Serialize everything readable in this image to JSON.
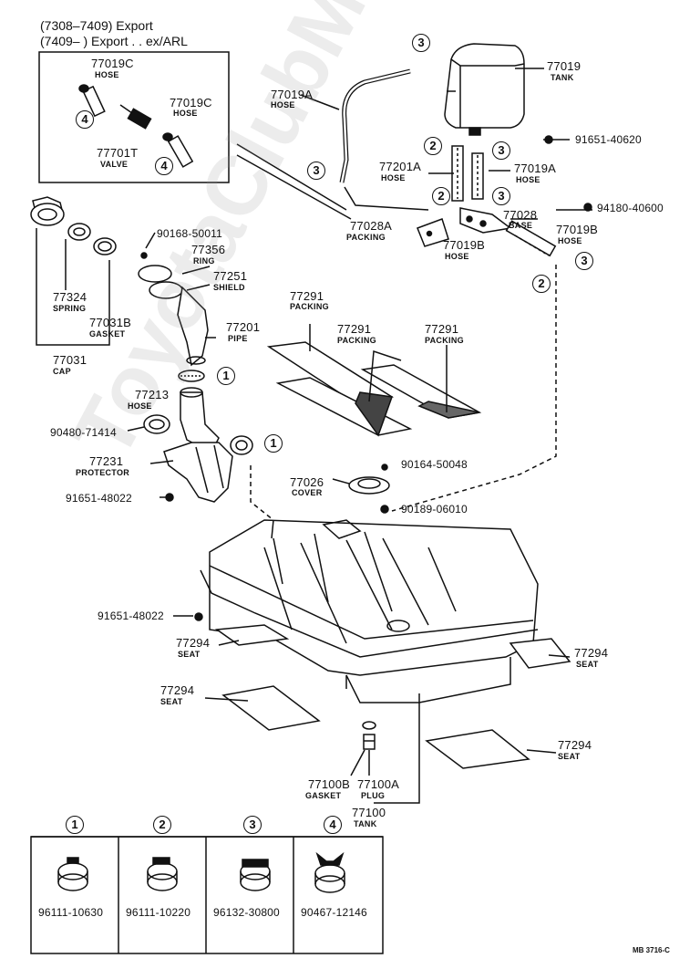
{
  "header": {
    "line1": "(7308–7409) Export",
    "line2": "(7409–        ) Export . . ex/ARL"
  },
  "parts": [
    {
      "id": "p77019c_a",
      "number": "77019C",
      "name": "HOSE"
    },
    {
      "id": "p77701t",
      "number": "77701T",
      "name": "VALVE"
    },
    {
      "id": "p77019c_b",
      "number": "77019C",
      "name": "HOSE"
    },
    {
      "id": "p77019a_l",
      "number": "77019A",
      "name": "HOSE"
    },
    {
      "id": "p77019",
      "number": "77019",
      "name": "TANK"
    },
    {
      "id": "p91651_40620",
      "number": "91651-40620",
      "name": ""
    },
    {
      "id": "p77201a",
      "number": "77201A",
      "name": "HOSE"
    },
    {
      "id": "p77019a_r",
      "number": "77019A",
      "name": "HOSE"
    },
    {
      "id": "p94180",
      "number": "94180-40600",
      "name": ""
    },
    {
      "id": "p77028a",
      "number": "77028A",
      "name": "PACKING"
    },
    {
      "id": "p77028",
      "number": "77028",
      "name": "BASE"
    },
    {
      "id": "p77019b_l",
      "number": "77019B",
      "name": "HOSE"
    },
    {
      "id": "p77019b_r",
      "number": "77019B",
      "name": "HOSE"
    },
    {
      "id": "p90168",
      "number": "90168-50011",
      "name": ""
    },
    {
      "id": "p77356",
      "number": "77356",
      "name": "RING"
    },
    {
      "id": "p77251",
      "number": "77251",
      "name": "SHIELD"
    },
    {
      "id": "p77201",
      "number": "77201",
      "name": "PIPE"
    },
    {
      "id": "p77324",
      "number": "77324",
      "name": "SPRING"
    },
    {
      "id": "p77031b",
      "number": "77031B",
      "name": "GASKET"
    },
    {
      "id": "p77031",
      "number": "77031",
      "name": "CAP"
    },
    {
      "id": "p77291_a",
      "number": "77291",
      "name": "PACKING"
    },
    {
      "id": "p77291_b",
      "number": "77291",
      "name": "PACKING"
    },
    {
      "id": "p77291_c",
      "number": "77291",
      "name": "PACKING"
    },
    {
      "id": "p77213",
      "number": "77213",
      "name": "HOSE"
    },
    {
      "id": "p90480",
      "number": "90480-71414",
      "name": ""
    },
    {
      "id": "p77231",
      "number": "77231",
      "name": "PROTECTOR"
    },
    {
      "id": "p91651_48022_a",
      "number": "91651-48022",
      "name": ""
    },
    {
      "id": "p90164",
      "number": "90164-50048",
      "name": ""
    },
    {
      "id": "p77026",
      "number": "77026",
      "name": "COVER"
    },
    {
      "id": "p90189",
      "number": "90189-06010",
      "name": ""
    },
    {
      "id": "p91651_48022_b",
      "number": "91651-48022",
      "name": ""
    },
    {
      "id": "p77294_a",
      "number": "77294",
      "name": "SEAT"
    },
    {
      "id": "p77294_b",
      "number": "77294",
      "name": "SEAT"
    },
    {
      "id": "p77294_c",
      "number": "77294",
      "name": "SEAT"
    },
    {
      "id": "p77294_d",
      "number": "77294",
      "name": "SEAT"
    },
    {
      "id": "p77100b",
      "number": "77100B",
      "name": "GASKET"
    },
    {
      "id": "p77100a",
      "number": "77100A",
      "name": "PLUG"
    },
    {
      "id": "p77100",
      "number": "77100",
      "name": "TANK"
    }
  ],
  "callouts": [
    "1",
    "2",
    "3",
    "4"
  ],
  "clamps": [
    {
      "key": "1",
      "number": "96111-10630"
    },
    {
      "key": "2",
      "number": "96111-10220"
    },
    {
      "key": "3",
      "number": "96132-30800"
    },
    {
      "key": "4",
      "number": "90467-12146"
    }
  ],
  "footer_code": "MB 3716-C",
  "watermark": "ToyotaClubMiner.ru",
  "colors": {
    "ink": "#111111",
    "paper": "#ffffff",
    "watermark": "#969696"
  }
}
